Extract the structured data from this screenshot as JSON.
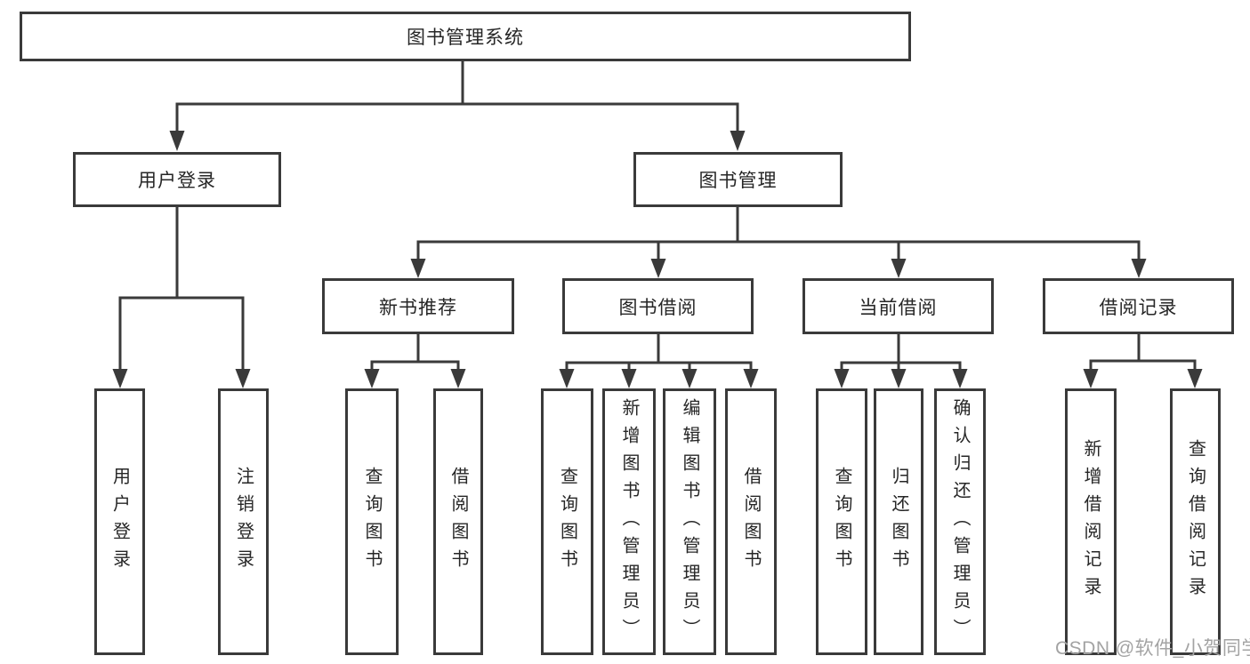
{
  "diagram": {
    "root": {
      "label": "图书管理系统"
    },
    "branches": [
      {
        "label": "用户登录",
        "children": [
          {
            "label": "用户登录"
          },
          {
            "label": "注销登录"
          }
        ]
      },
      {
        "label": "图书管理",
        "children": [
          {
            "label": "新书推荐",
            "children": [
              {
                "label": "查询图书"
              },
              {
                "label": "借阅图书"
              }
            ]
          },
          {
            "label": "图书借阅",
            "children": [
              {
                "label": "查询图书"
              },
              {
                "label": "新增图书（管理员）"
              },
              {
                "label": "编辑图书（管理员）"
              },
              {
                "label": "借阅图书"
              }
            ]
          },
          {
            "label": "当前借阅",
            "children": [
              {
                "label": "查询图书"
              },
              {
                "label": "归还图书"
              },
              {
                "label": "确认归还（管理员）"
              }
            ]
          },
          {
            "label": "借阅记录",
            "children": [
              {
                "label": "新增借阅记录"
              },
              {
                "label": "查询借阅记录"
              }
            ]
          }
        ]
      }
    ]
  },
  "watermark": {
    "text": "CSDN @软件_小贺同学"
  },
  "colors": {
    "line": "#3a3a3a",
    "box_border": "#3a3a3a",
    "text": "#262626",
    "background": "#ffffff",
    "watermark": "#a3a3a3"
  }
}
